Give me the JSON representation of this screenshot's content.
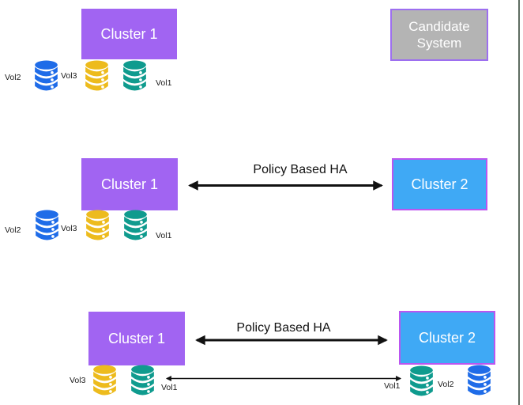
{
  "colors": {
    "cluster_purple": "#a164f2",
    "cluster_blue": "#3fa9f5",
    "cluster_blue_border": "#bb55f0",
    "candidate_gray": "#b4b4b4",
    "candidate_border": "#9d6ff0",
    "vol_blue": "#1f6ce8",
    "vol_yellow": "#edbb1d",
    "vol_teal": "#0f9b8e",
    "page_edge": "#5e6c61"
  },
  "row1": {
    "cluster1_label": "Cluster 1",
    "candidate_label": "Candidate System",
    "vol2_label": "Vol2",
    "vol3_label": "Vol3",
    "vol1_label": "Vol1"
  },
  "row2": {
    "cluster1_label": "Cluster 1",
    "cluster2_label": "Cluster 2",
    "ha_label": "Policy Based HA",
    "vol2_label": "Vol2",
    "vol3_label": "Vol3",
    "vol1_label": "Vol1"
  },
  "row3": {
    "cluster1_label": "Cluster 1",
    "cluster2_label": "Cluster 2",
    "ha_label": "Policy Based HA",
    "vol3_label": "Vol3",
    "vol1_left_label": "Vol1",
    "vol1_right_label": "Vol1",
    "vol2_label": "Vol2"
  }
}
